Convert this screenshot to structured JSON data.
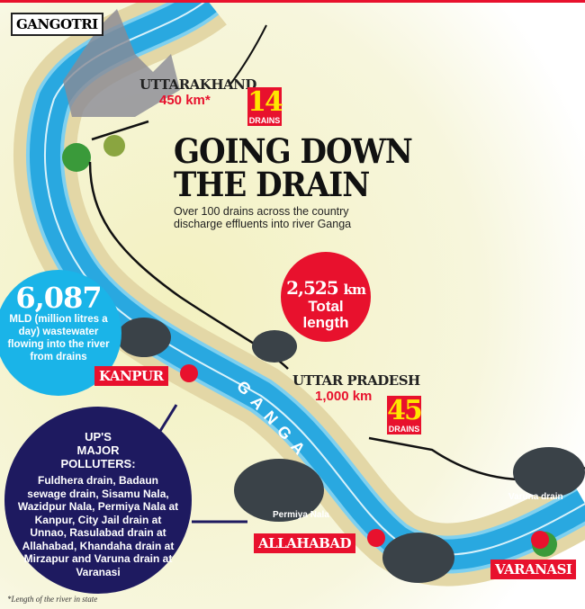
{
  "colors": {
    "accent_red": "#e8112d",
    "river_blue": "#29a8e0",
    "polluters_navy": "#1e1a60",
    "mld_cyan": "#1ab4e8",
    "drain_number_yellow": "#ffe600"
  },
  "source": {
    "label": "GANGOTRI"
  },
  "title": {
    "line1": "GOING DOWN",
    "line2": "THE DRAIN"
  },
  "subtitle": {
    "line1": "Over 100 drains across the country",
    "line2": "discharge effluents into river Ganga"
  },
  "uttarakhand": {
    "name": "UTTARAKHAND",
    "length": "450 km*",
    "drains": "14",
    "drains_label": "DRAINS"
  },
  "uttar_pradesh": {
    "name": "UTTAR PRADESH",
    "length": "1,000 km",
    "drains": "45",
    "drains_label": "DRAINS"
  },
  "total": {
    "value": "2,525",
    "unit": "km",
    "label1": "Total",
    "label2": "length"
  },
  "wastewater": {
    "value": "6,087",
    "text": "MLD (million litres a day) wastewater flowing into the river from drains"
  },
  "river_label": "GANGA",
  "cities": [
    "KANPUR",
    "ALLAHABAD",
    "VARANASI"
  ],
  "drains": [
    "Permiya Nala",
    "Varuna drain"
  ],
  "polluters": {
    "heading1": "UP'S",
    "heading2": "MAJOR",
    "heading3": "POLLUTERS:",
    "body": "Fuldhera drain, Badaun sewage drain, Sisamu Nala, Wazidpur Nala, Permiya Nala at Kanpur, City Jail drain at Unnao, Rasulabad drain at Allahabad, Khandaha drain at Mirzapur and Varuna drain at Varanasi"
  },
  "footnote": "*Length of the river in state"
}
